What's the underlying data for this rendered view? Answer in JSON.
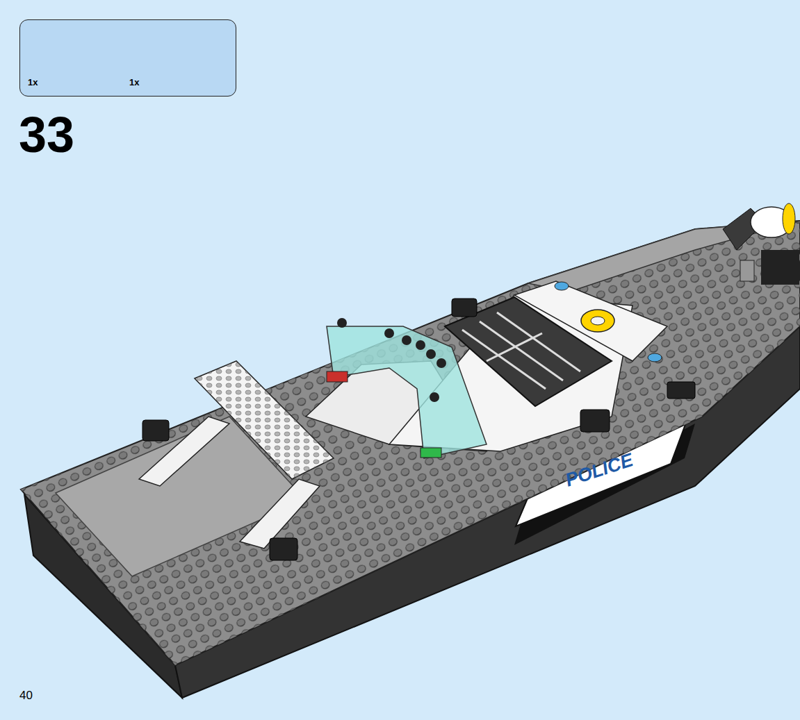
{
  "diagram": {
    "nodes": [
      {
        "text": [
          "1x",
          "1x"
        ]
      }
    ],
    "labels": [
      "33",
      "POLICE",
      "40"
    ]
  }
}
